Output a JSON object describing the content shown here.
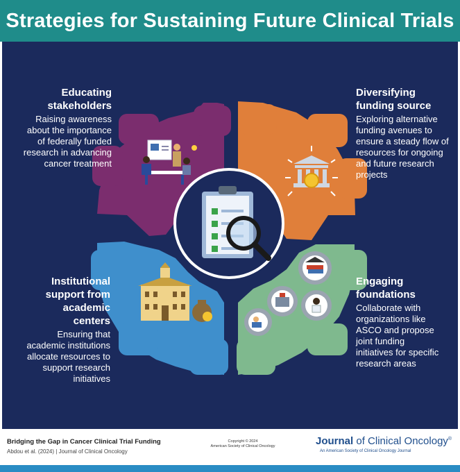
{
  "header": {
    "title": "Strategies for Sustaining Future Clinical Trials"
  },
  "blocks": {
    "educating": {
      "title_line1": "Educating",
      "title_line2": "stakeholders",
      "body_lines": [
        "Raising awareness",
        "about the importance",
        "of federally funded",
        "research in advancing",
        "cancer treatment"
      ]
    },
    "diversifying": {
      "title_line1": "Diversifying",
      "title_line2": "funding source",
      "body_lines": [
        "Exploring alternative",
        "funding avenues to",
        "ensure a steady flow of",
        "resources for ongoing",
        "and future research",
        "projects"
      ]
    },
    "institutional": {
      "title_lines": [
        "Institutional",
        "support from",
        "academic",
        "centers"
      ],
      "body_lines": [
        "Ensuring that",
        "academic institutions",
        "allocate resources to",
        "support research",
        "initiatives"
      ]
    },
    "engaging": {
      "title_line1": "Engaging",
      "title_line2": "foundations",
      "body_lines": [
        "Collaborate with",
        "organizations like",
        "ASCO and propose",
        "joint funding",
        "initiatives for specific",
        "research areas"
      ]
    }
  },
  "footer": {
    "title": "Bridging the Gap in Cancer Clinical Trial Funding",
    "citation": "Abdou et al. (2024)  |  Journal of Clinical Oncology",
    "copyright_line1": "Copyright © 2024",
    "copyright_line2": "American Society of Clinical Oncology",
    "journal_part1": "Journal",
    "journal_part2": " of Clinical Oncology",
    "journal_mark": "®",
    "journal_sub": "An American Society of Clinical Oncology Journal"
  },
  "colors": {
    "header_bg": "#1f8c8a",
    "main_bg": "#1b2a5c",
    "purple": "#7b2d6e",
    "orange": "#e07f3a",
    "blue": "#3f8fcc",
    "green": "#7fb98e",
    "footer_bar": "#2a8cc4"
  },
  "icons": [
    "meeting-people-icon",
    "bank-money-icon",
    "clipboard-magnifier-icon",
    "university-building-icon",
    "money-bag-icon",
    "gear-books-icon",
    "gear-hospital-icon",
    "gear-lab-icon",
    "gear-doctor-icon"
  ]
}
